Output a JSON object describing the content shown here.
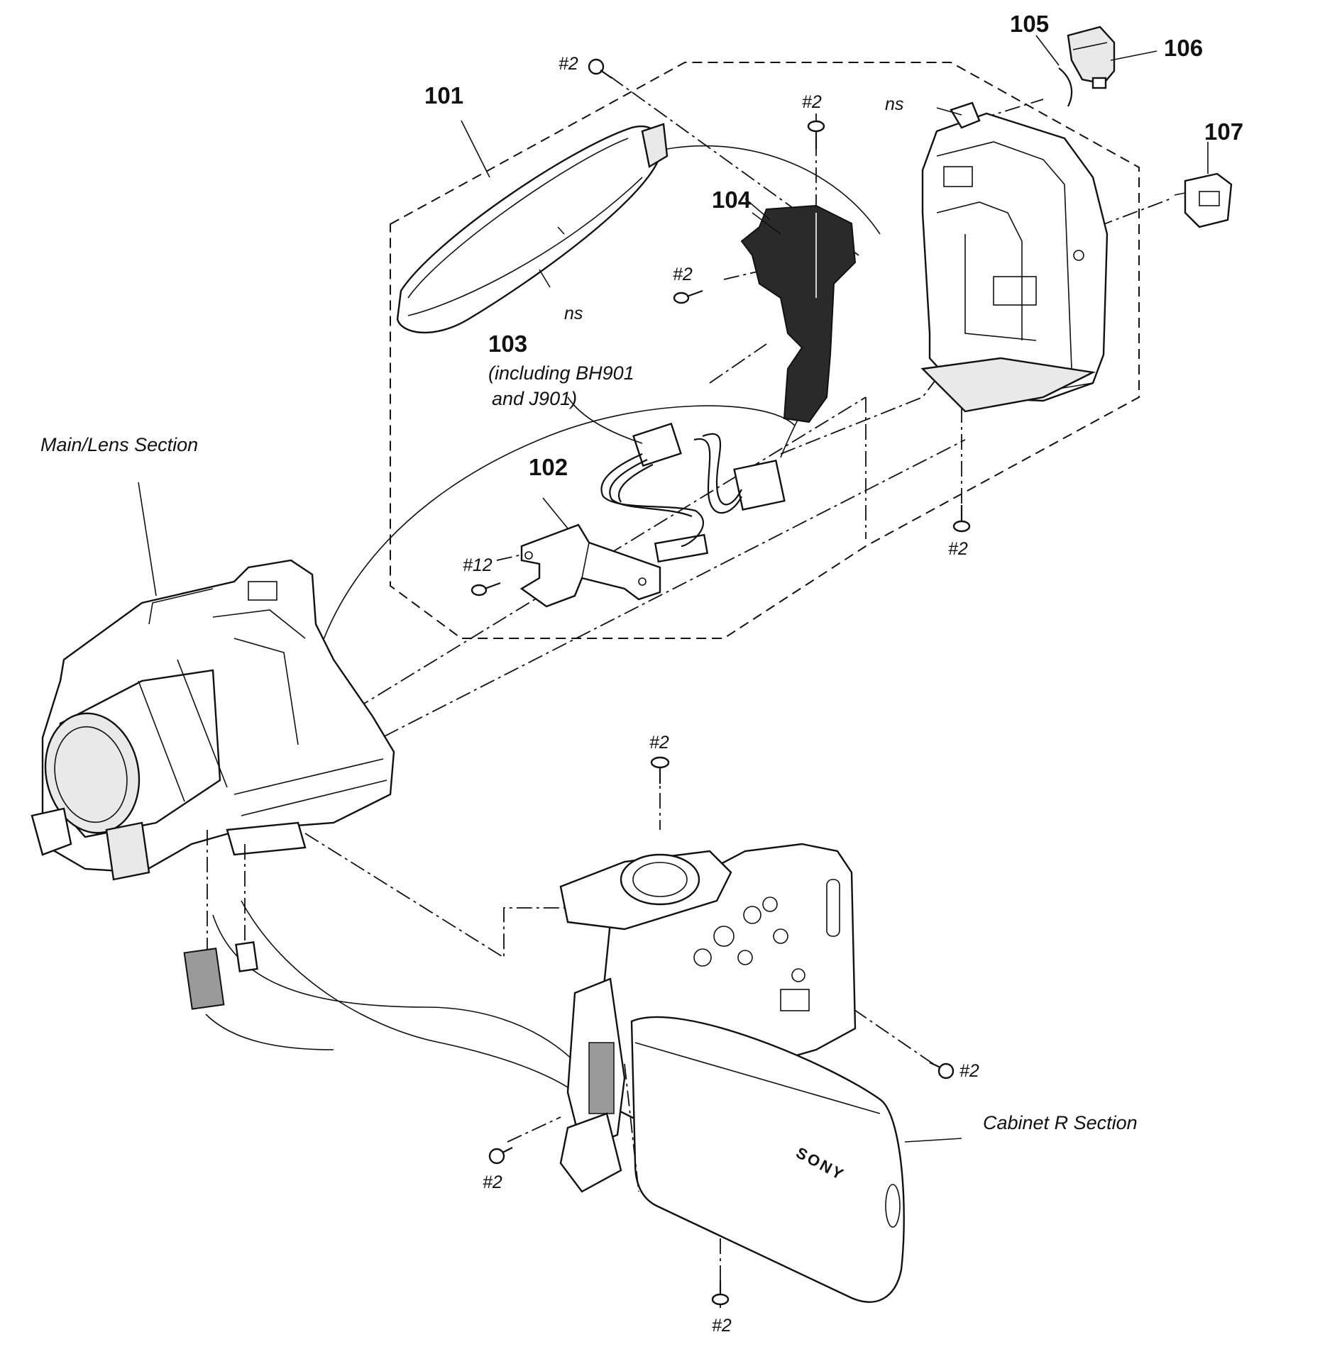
{
  "parts": {
    "p101": "101",
    "p102": "102",
    "p103": "103",
    "p103_note_1": "(including BH901",
    "p103_note_2": "and J901)",
    "p104": "104",
    "p105": "105",
    "p106": "106",
    "p107": "107"
  },
  "screws": {
    "s_top_left": "#2",
    "s_top_center": "#2",
    "s_104": "#2",
    "s_12": "#12",
    "s_frame_bottom": "#2",
    "s_cab_top": "#2",
    "s_cab_right": "#2",
    "s_cab_left": "#2",
    "s_cab_bottom": "#2"
  },
  "notes": {
    "ns_101": "ns",
    "ns_frame": "ns"
  },
  "sections": {
    "main_lens": "Main/Lens Section",
    "cabinet_r": "Cabinet R Section"
  },
  "brand": "SONY"
}
